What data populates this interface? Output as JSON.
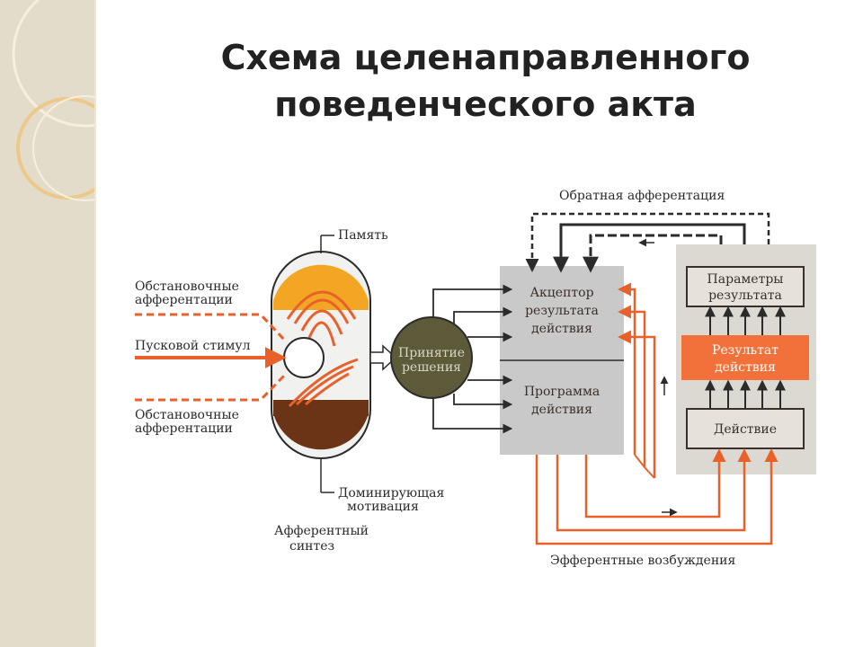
{
  "title": {
    "line1": "Схема целенаправленного",
    "line2": "поведенческого акта"
  },
  "diagram": {
    "memory": "Память",
    "situational_afferents": [
      "Обстановочные",
      "афферентации"
    ],
    "trigger_stimulus": "Пусковой стимул",
    "situational_afferents_2": [
      "Обстановочные",
      "афферентации"
    ],
    "dominant_motivation": [
      "Доминирующая",
      "мотивация"
    ],
    "afferent_synthesis": [
      "Афферентный",
      "синтез"
    ],
    "decision": [
      "Принятие",
      "решения"
    ],
    "acceptor": [
      "Акцептор",
      "результата",
      "действия"
    ],
    "program": [
      "Программа",
      "действия"
    ],
    "feedback": "Обратная афферентация",
    "result_params": [
      "Параметры",
      "результата"
    ],
    "result_of_action": [
      "Результат",
      "действия"
    ],
    "action": "Действие",
    "efferent": "Эфферентные возбуждения"
  },
  "colors": {
    "orange": "#e8612a",
    "brown": "#6b3416",
    "gold": "#f3a623",
    "olive": "#5c5a38",
    "panel_left": "#c9c9c9",
    "panel_right": "#dcd8d2",
    "result_fill": "#f2703a"
  }
}
